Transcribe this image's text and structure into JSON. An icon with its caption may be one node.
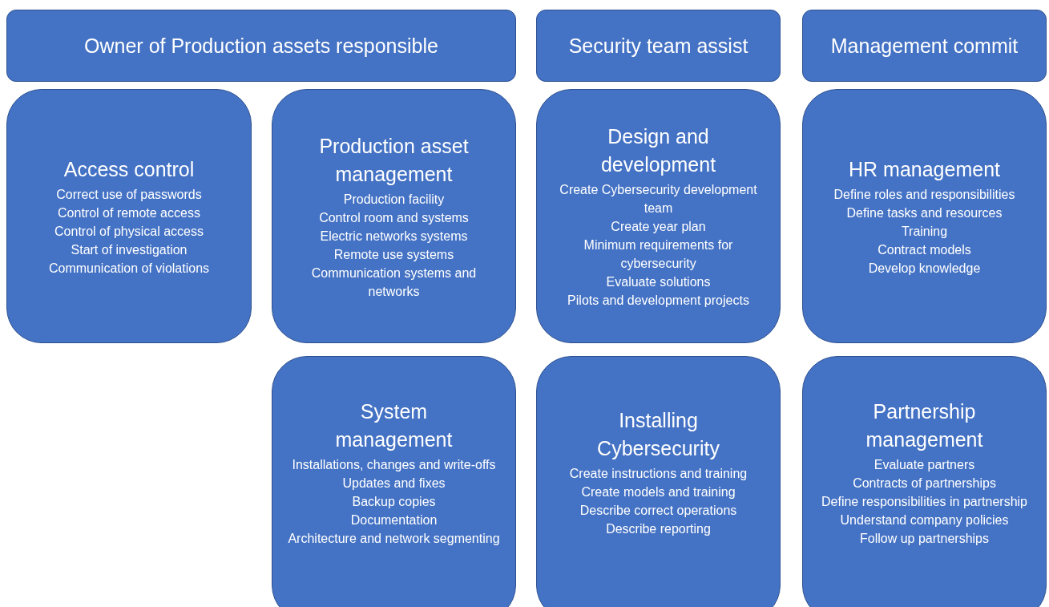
{
  "diagram": {
    "nodes": [
      {
        "text": [
          "Owner of Production assets responsible"
        ]
      },
      {
        "text": [
          "Security team assist"
        ]
      },
      {
        "text": [
          "Management commit"
        ]
      },
      {
        "text": [
          "Access control",
          "Correct use of passwords",
          "Control of remote access",
          "Control of physical access",
          "Start of investigation",
          "Communication of violations"
        ]
      },
      {
        "text": [
          "Production asset management",
          "Production facility",
          "Control room and systems",
          "Electric networks systems",
          "Remote use systems",
          "Communication systems and networks"
        ]
      },
      {
        "text": [
          "Design and development",
          "Create Cybersecurity development team",
          "Create year plan",
          "Minimum requirements for cybersecurity",
          "Evaluate solutions",
          "Pilots and development projects"
        ]
      },
      {
        "text": [
          "HR management",
          "Define roles and responsibilities",
          "Define tasks and resources",
          "Training",
          "Contract models",
          "Develop knowledge"
        ]
      },
      {
        "text": [
          "System management",
          "Installations, changes and write-offs",
          "Updates and fixes",
          "Backup copies",
          "Documentation",
          "Architecture and network segmenting"
        ]
      },
      {
        "text": [
          "Installing Cybersecurity",
          "Create instructions and training",
          "Create models and training",
          "Describe correct operations",
          "Describe reporting"
        ]
      },
      {
        "text": [
          "Partnership management",
          "Evaluate partners",
          "Contracts of partnerships",
          "Define responsibilities in partnership",
          "Understand company policies",
          "Follow up partnerships"
        ]
      }
    ],
    "edges": []
  }
}
